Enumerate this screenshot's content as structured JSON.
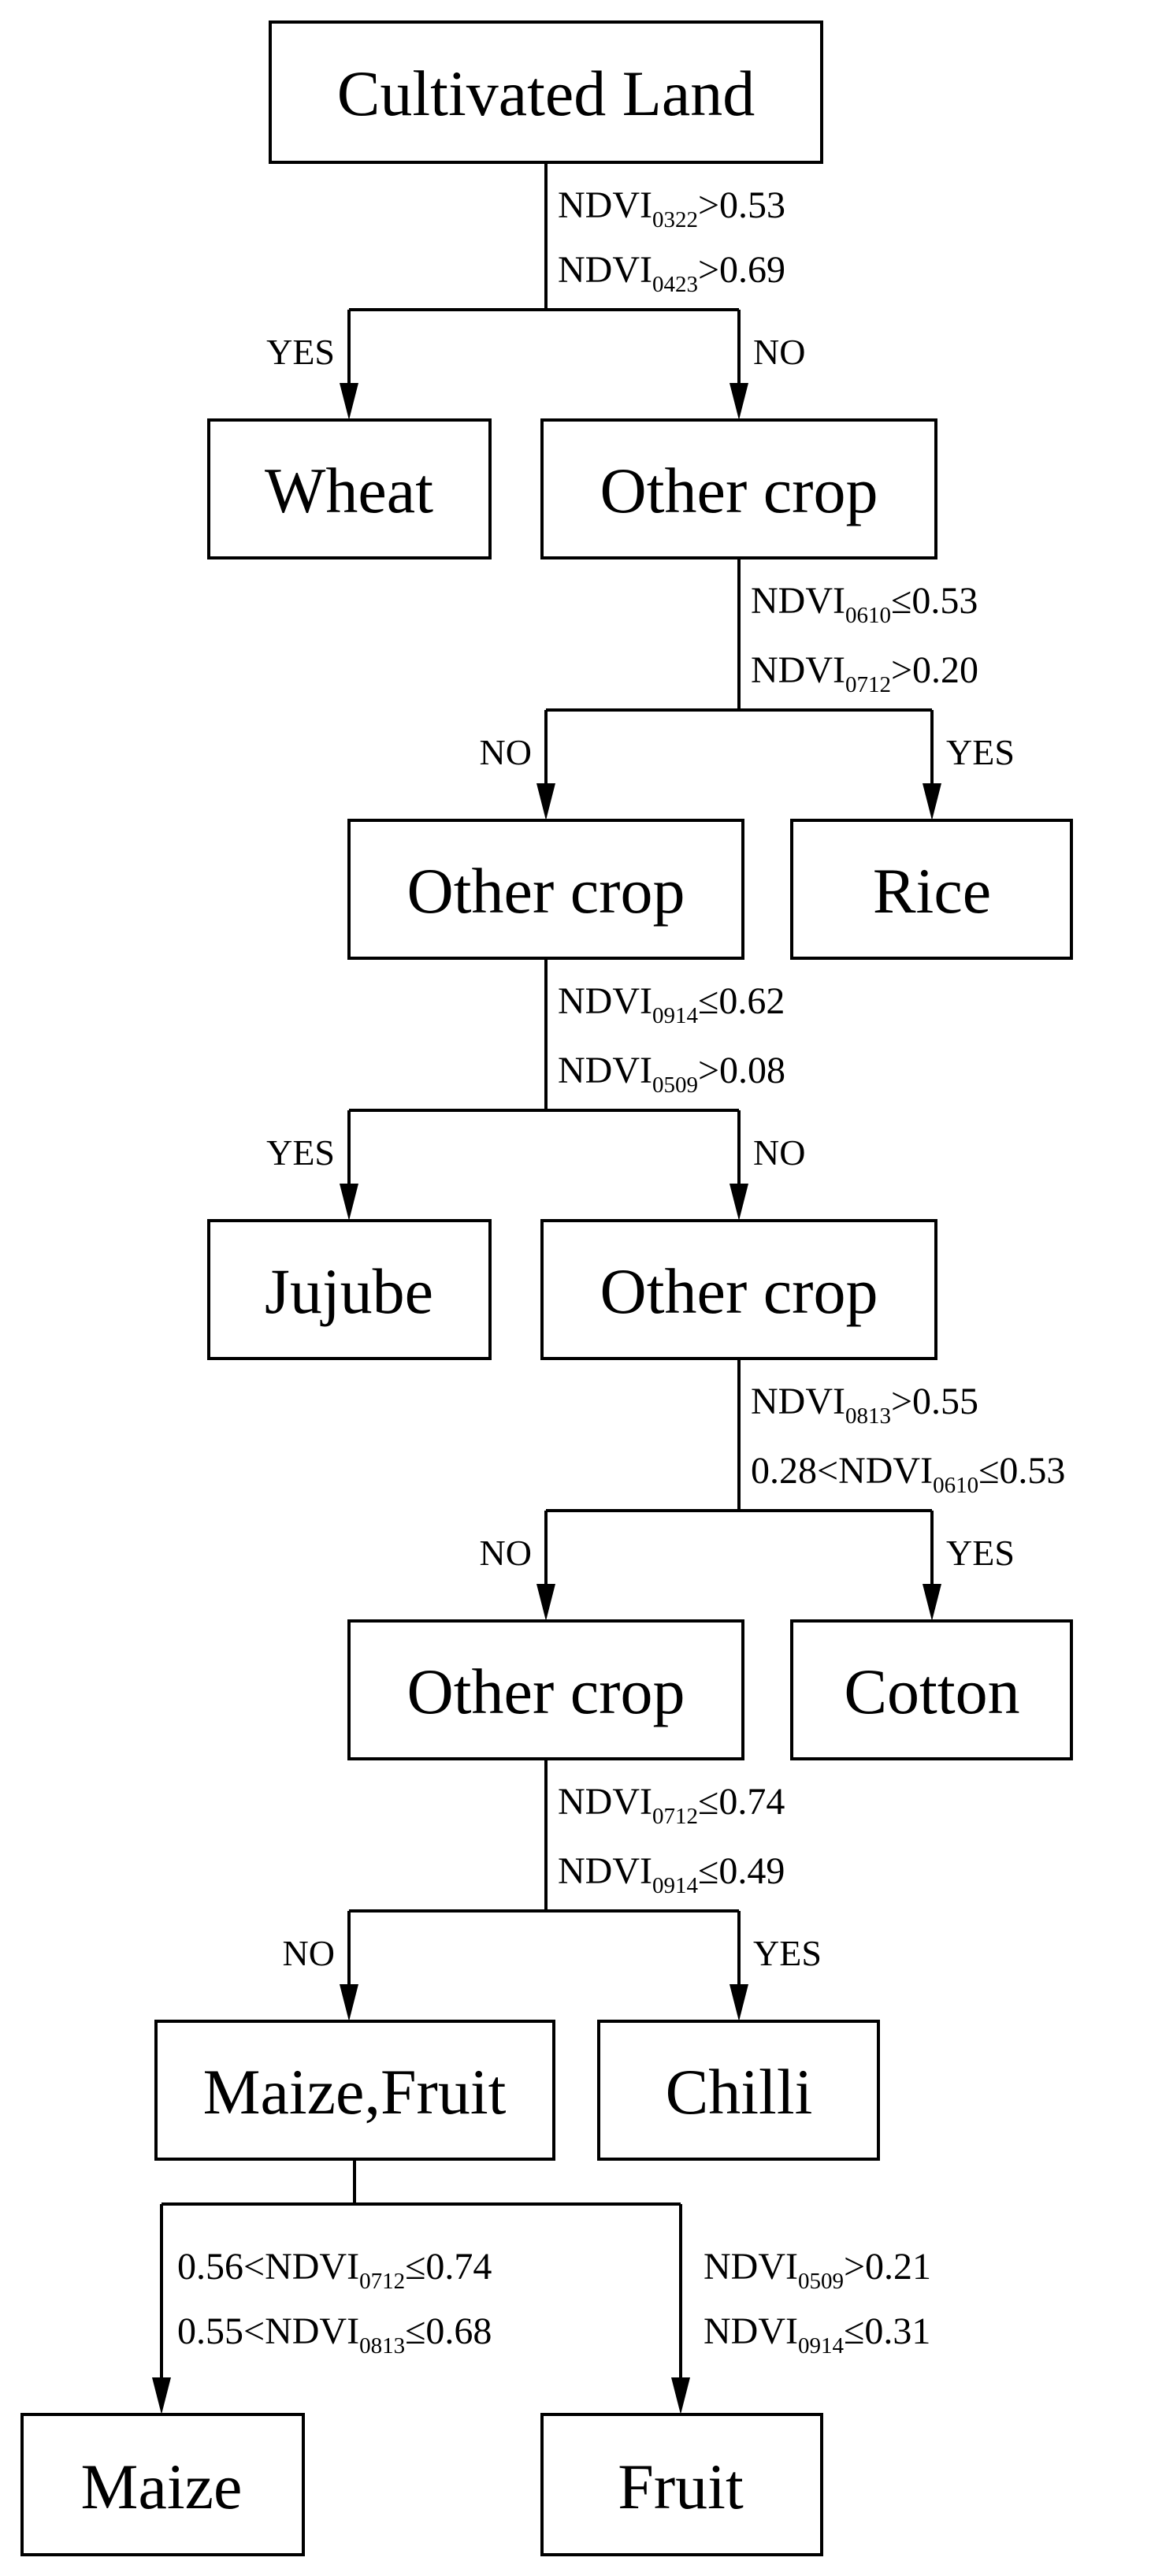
{
  "nodes": {
    "root": "Cultivated Land",
    "wheat": "Wheat",
    "other1": "Other crop",
    "other2": "Other crop",
    "rice": "Rice",
    "jujube": "Jujube",
    "other3": "Other crop",
    "other4": "Other crop",
    "cotton": "Cotton",
    "maize_fruit": "Maize,Fruit",
    "chilli": "Chilli",
    "maize": "Maize",
    "fruit": "Fruit"
  },
  "branches": {
    "yes": "YES",
    "no": "NO"
  },
  "conditions": {
    "c1a": {
      "pre": "",
      "var": "NDVI",
      "sub": "0322",
      "rel": ">0.53"
    },
    "c1b": {
      "pre": "",
      "var": "NDVI",
      "sub": "0423",
      "rel": ">0.69"
    },
    "c2a": {
      "pre": "",
      "var": "NDVI",
      "sub": "0610",
      "rel": "≤0.53"
    },
    "c2b": {
      "pre": "",
      "var": "NDVI",
      "sub": "0712",
      "rel": ">0.20"
    },
    "c3a": {
      "pre": "",
      "var": "NDVI",
      "sub": "0914",
      "rel": "≤0.62"
    },
    "c3b": {
      "pre": "",
      "var": "NDVI",
      "sub": "0509",
      "rel": ">0.08"
    },
    "c4a": {
      "pre": "",
      "var": "NDVI",
      "sub": "0813",
      "rel": ">0.55"
    },
    "c4b": {
      "pre": "0.28<",
      "var": "NDVI",
      "sub": "0610",
      "rel": "≤0.53"
    },
    "c5a": {
      "pre": "",
      "var": "NDVI",
      "sub": "0712",
      "rel": "≤0.74"
    },
    "c5b": {
      "pre": "",
      "var": "NDVI",
      "sub": "0914",
      "rel": "≤0.49"
    },
    "c6a": {
      "pre": "0.56<",
      "var": "NDVI",
      "sub": "0712",
      "rel": "≤0.74"
    },
    "c6b": {
      "pre": "0.55<",
      "var": "NDVI",
      "sub": "0813",
      "rel": "≤0.68"
    },
    "c7a": {
      "pre": "",
      "var": "NDVI",
      "sub": "0509",
      "rel": ">0.21"
    },
    "c7b": {
      "pre": "",
      "var": "NDVI",
      "sub": "0914",
      "rel": "≤0.31"
    }
  }
}
